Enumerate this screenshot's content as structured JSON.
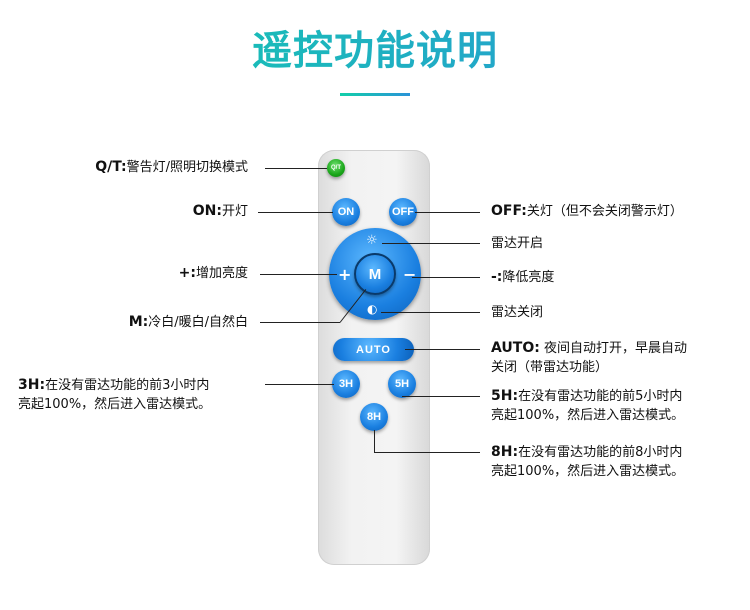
{
  "title": "遥控功能说明",
  "remote": {
    "qt": "Q/T",
    "on": "ON",
    "off": "OFF",
    "plus": "+",
    "minus": "−",
    "m": "M",
    "auto": "AUTO",
    "h3": "3H",
    "h5": "5H",
    "h8": "8H",
    "sun_on": "☼",
    "sun_off": "◐"
  },
  "labels": {
    "qt": {
      "key": "Q/T:",
      "text": "警告灯/照明切换模式"
    },
    "on": {
      "key": "ON:",
      "text": "开灯"
    },
    "plus": {
      "key": "+:",
      "text": "增加亮度"
    },
    "m": {
      "key": "M:",
      "text": "冷白/暖白/自然白"
    },
    "h3": {
      "key": "3H:",
      "text": "在没有雷达功能的前3小时内",
      "text2": "亮起100%，然后进入雷达模式。"
    },
    "off": {
      "key": "OFF:",
      "text": "关灯（但不会关闭警示灯）"
    },
    "radar_on": {
      "text": "雷达开启"
    },
    "minus": {
      "key": "-:",
      "text": "降低亮度"
    },
    "radar_off": {
      "text": "雷达关闭"
    },
    "auto": {
      "key": "AUTO:",
      "text": " 夜间自动打开，早晨自动",
      "text2": "关闭（带雷达功能）"
    },
    "h5": {
      "key": "5H:",
      "text": "在没有雷达功能的前5小时内",
      "text2": "亮起100%，然后进入雷达模式。"
    },
    "h8": {
      "key": "8H:",
      "text": "在没有雷达功能的前8小时内",
      "text2": "亮起100%，然后进入雷达模式。"
    }
  }
}
